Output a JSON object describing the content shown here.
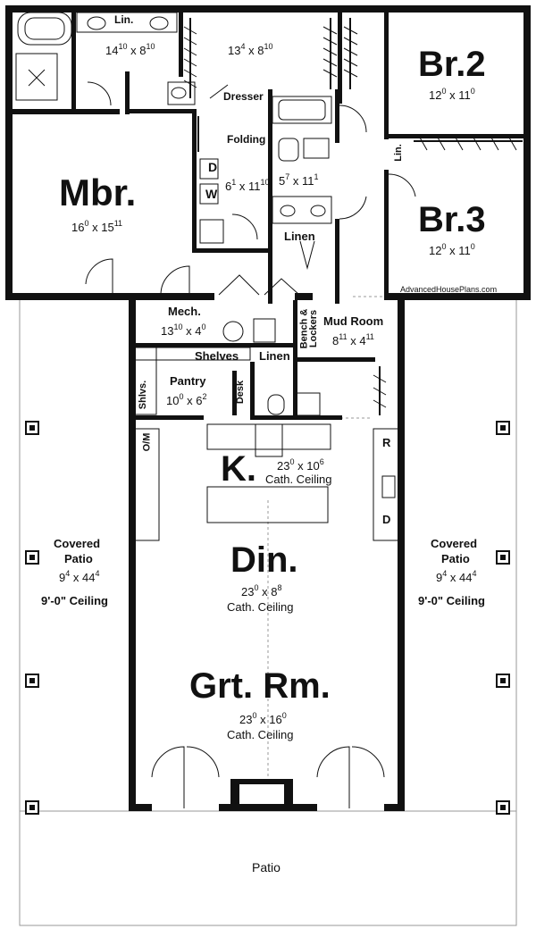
{
  "rooms": {
    "master_bath": {
      "dim_w": "14",
      "dim_w_sup": "10",
      "dim_h": "8",
      "dim_h_sup": "10",
      "linen": "Lin."
    },
    "master_closet": {
      "dim_w": "13",
      "dim_w_sup": "4",
      "dim_h": "8",
      "dim_h_sup": "10",
      "dresser": "Dresser"
    },
    "bedroom2": {
      "name": "Br.2",
      "dim_w": "12",
      "dim_w_sup": "0",
      "dim_h": "11",
      "dim_h_sup": "0"
    },
    "bedroom3": {
      "name": "Br.3",
      "dim_w": "12",
      "dim_w_sup": "0",
      "dim_h": "11",
      "dim_h_sup": "0",
      "linen": "Lin."
    },
    "master_bedroom": {
      "name": "Mbr.",
      "dim_w": "16",
      "dim_w_sup": "0",
      "dim_h": "15",
      "dim_h_sup": "11"
    },
    "laundry": {
      "dim_w": "6",
      "dim_w_sup": "1",
      "dim_h": "11",
      "dim_h_sup": "10",
      "folding": "Folding",
      "dryer": "D",
      "washer": "W"
    },
    "hall_bath": {
      "dim_w": "5",
      "dim_w_sup": "7",
      "dim_h": "11",
      "dim_h_sup": "1",
      "linen": "Linen"
    },
    "mechanical": {
      "name": "Mech.",
      "dim_w": "13",
      "dim_w_sup": "10",
      "dim_h": "4",
      "dim_h_sup": "0"
    },
    "mud_room": {
      "name": "Mud Room",
      "dim_w": "8",
      "dim_w_sup": "11",
      "dim_h": "4",
      "dim_h_sup": "11",
      "bench": "Bench &",
      "lockers": "Lockers"
    },
    "pantry": {
      "name": "Pantry",
      "dim_w": "10",
      "dim_w_sup": "0",
      "dim_h": "6",
      "dim_h_sup": "2",
      "shelves": "Shelves",
      "shlvs": "Shlvs.",
      "desk": "Desk",
      "linen": "Linen"
    },
    "kitchen": {
      "name": "K.",
      "dim_w": "23",
      "dim_w_sup": "0",
      "dim_h": "10",
      "dim_h_sup": "6",
      "ceiling": "Cath. Ceiling",
      "oven": "O/M",
      "fridge": "R",
      "dishwasher": "D"
    },
    "dining": {
      "name": "Din.",
      "dim_w": "23",
      "dim_w_sup": "0",
      "dim_h": "8",
      "dim_h_sup": "8",
      "ceiling": "Cath. Ceiling"
    },
    "great_room": {
      "name": "Grt. Rm.",
      "dim_w": "23",
      "dim_w_sup": "0",
      "dim_h": "16",
      "dim_h_sup": "0",
      "ceiling": "Cath. Ceiling"
    },
    "patio_left": {
      "name1": "Covered",
      "name2": "Patio",
      "dim_w": "9",
      "dim_w_sup": "4",
      "dim_h": "44",
      "dim_h_sup": "4",
      "ceiling": "9'-0\" Ceiling"
    },
    "patio_right": {
      "name1": "Covered",
      "name2": "Patio",
      "dim_w": "9",
      "dim_w_sup": "4",
      "dim_h": "44",
      "dim_h_sup": "4",
      "ceiling": "9'-0\" Ceiling"
    },
    "patio": {
      "name": "Patio"
    }
  },
  "watermark": "AdvancedHousePlans.com",
  "x_sep": "x"
}
